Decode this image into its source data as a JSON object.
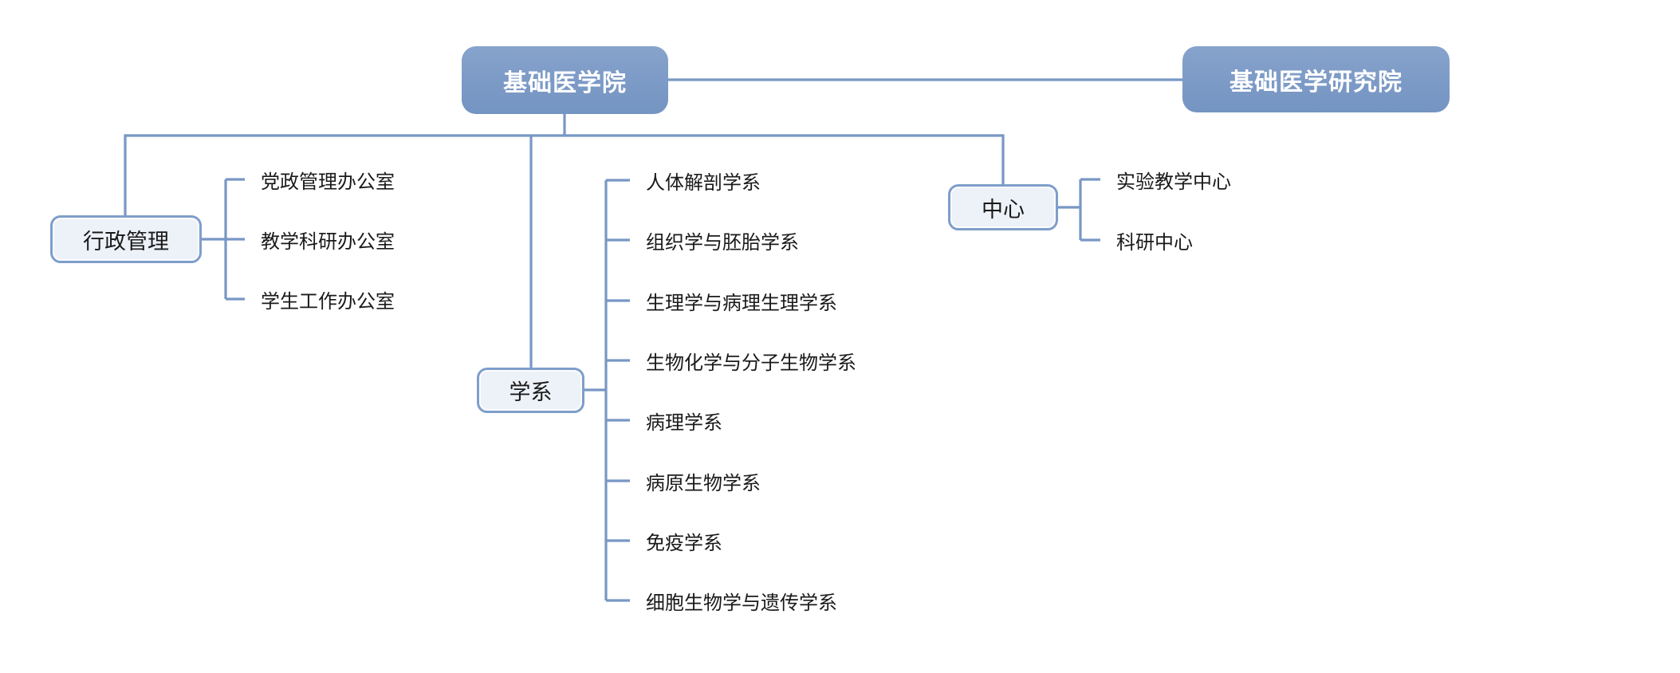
{
  "root": {
    "label": "基础医学院"
  },
  "research_institute": {
    "label": "基础医学研究院"
  },
  "branches": [
    {
      "label": "行政管理",
      "children": [
        "党政管理办公室",
        "教学科研办公室",
        "学生工作办公室"
      ]
    },
    {
      "label": "学系",
      "children": [
        "人体解剖学系",
        "组织学与胚胎学系",
        "生理学与病理生理学系",
        "生物化学与分子生物学系",
        "病理学系",
        "病原生物学系",
        "免疫学系",
        "细胞生物学与遗传学系"
      ]
    },
    {
      "label": "中心",
      "children": [
        "实验教学中心",
        "科研中心"
      ]
    }
  ],
  "colors": {
    "primary_box_fill": "#7C9AC6",
    "primary_box_text": "#FFFFFF",
    "secondary_box_fill": "#EDF1F8",
    "secondary_box_border": "#7E9ECB",
    "connector_line": "#7897C5",
    "leaf_text": "#1A1A1A"
  }
}
